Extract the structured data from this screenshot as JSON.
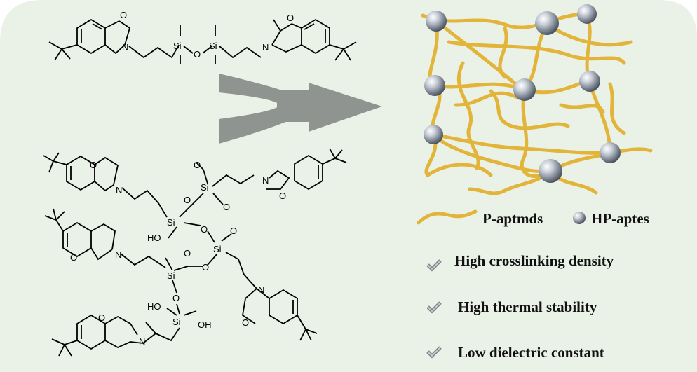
{
  "colors": {
    "panel_bg": "#eaf1e6",
    "arrow": "#8f9490",
    "chain": "#e2b53a",
    "node": "#9aa2ad"
  },
  "legend": {
    "chain_label": "P-aptmds",
    "node_label": "HP-aptes"
  },
  "features": [
    {
      "icon": "check-icon",
      "label": "High crosslinking density"
    },
    {
      "icon": "check-icon",
      "label": "High thermal stability"
    },
    {
      "icon": "check-icon",
      "label": "Low dielectric constant"
    }
  ],
  "atoms": {
    "N": "N",
    "O": "O",
    "Si": "Si",
    "HO": "HO",
    "OH": "OH"
  }
}
